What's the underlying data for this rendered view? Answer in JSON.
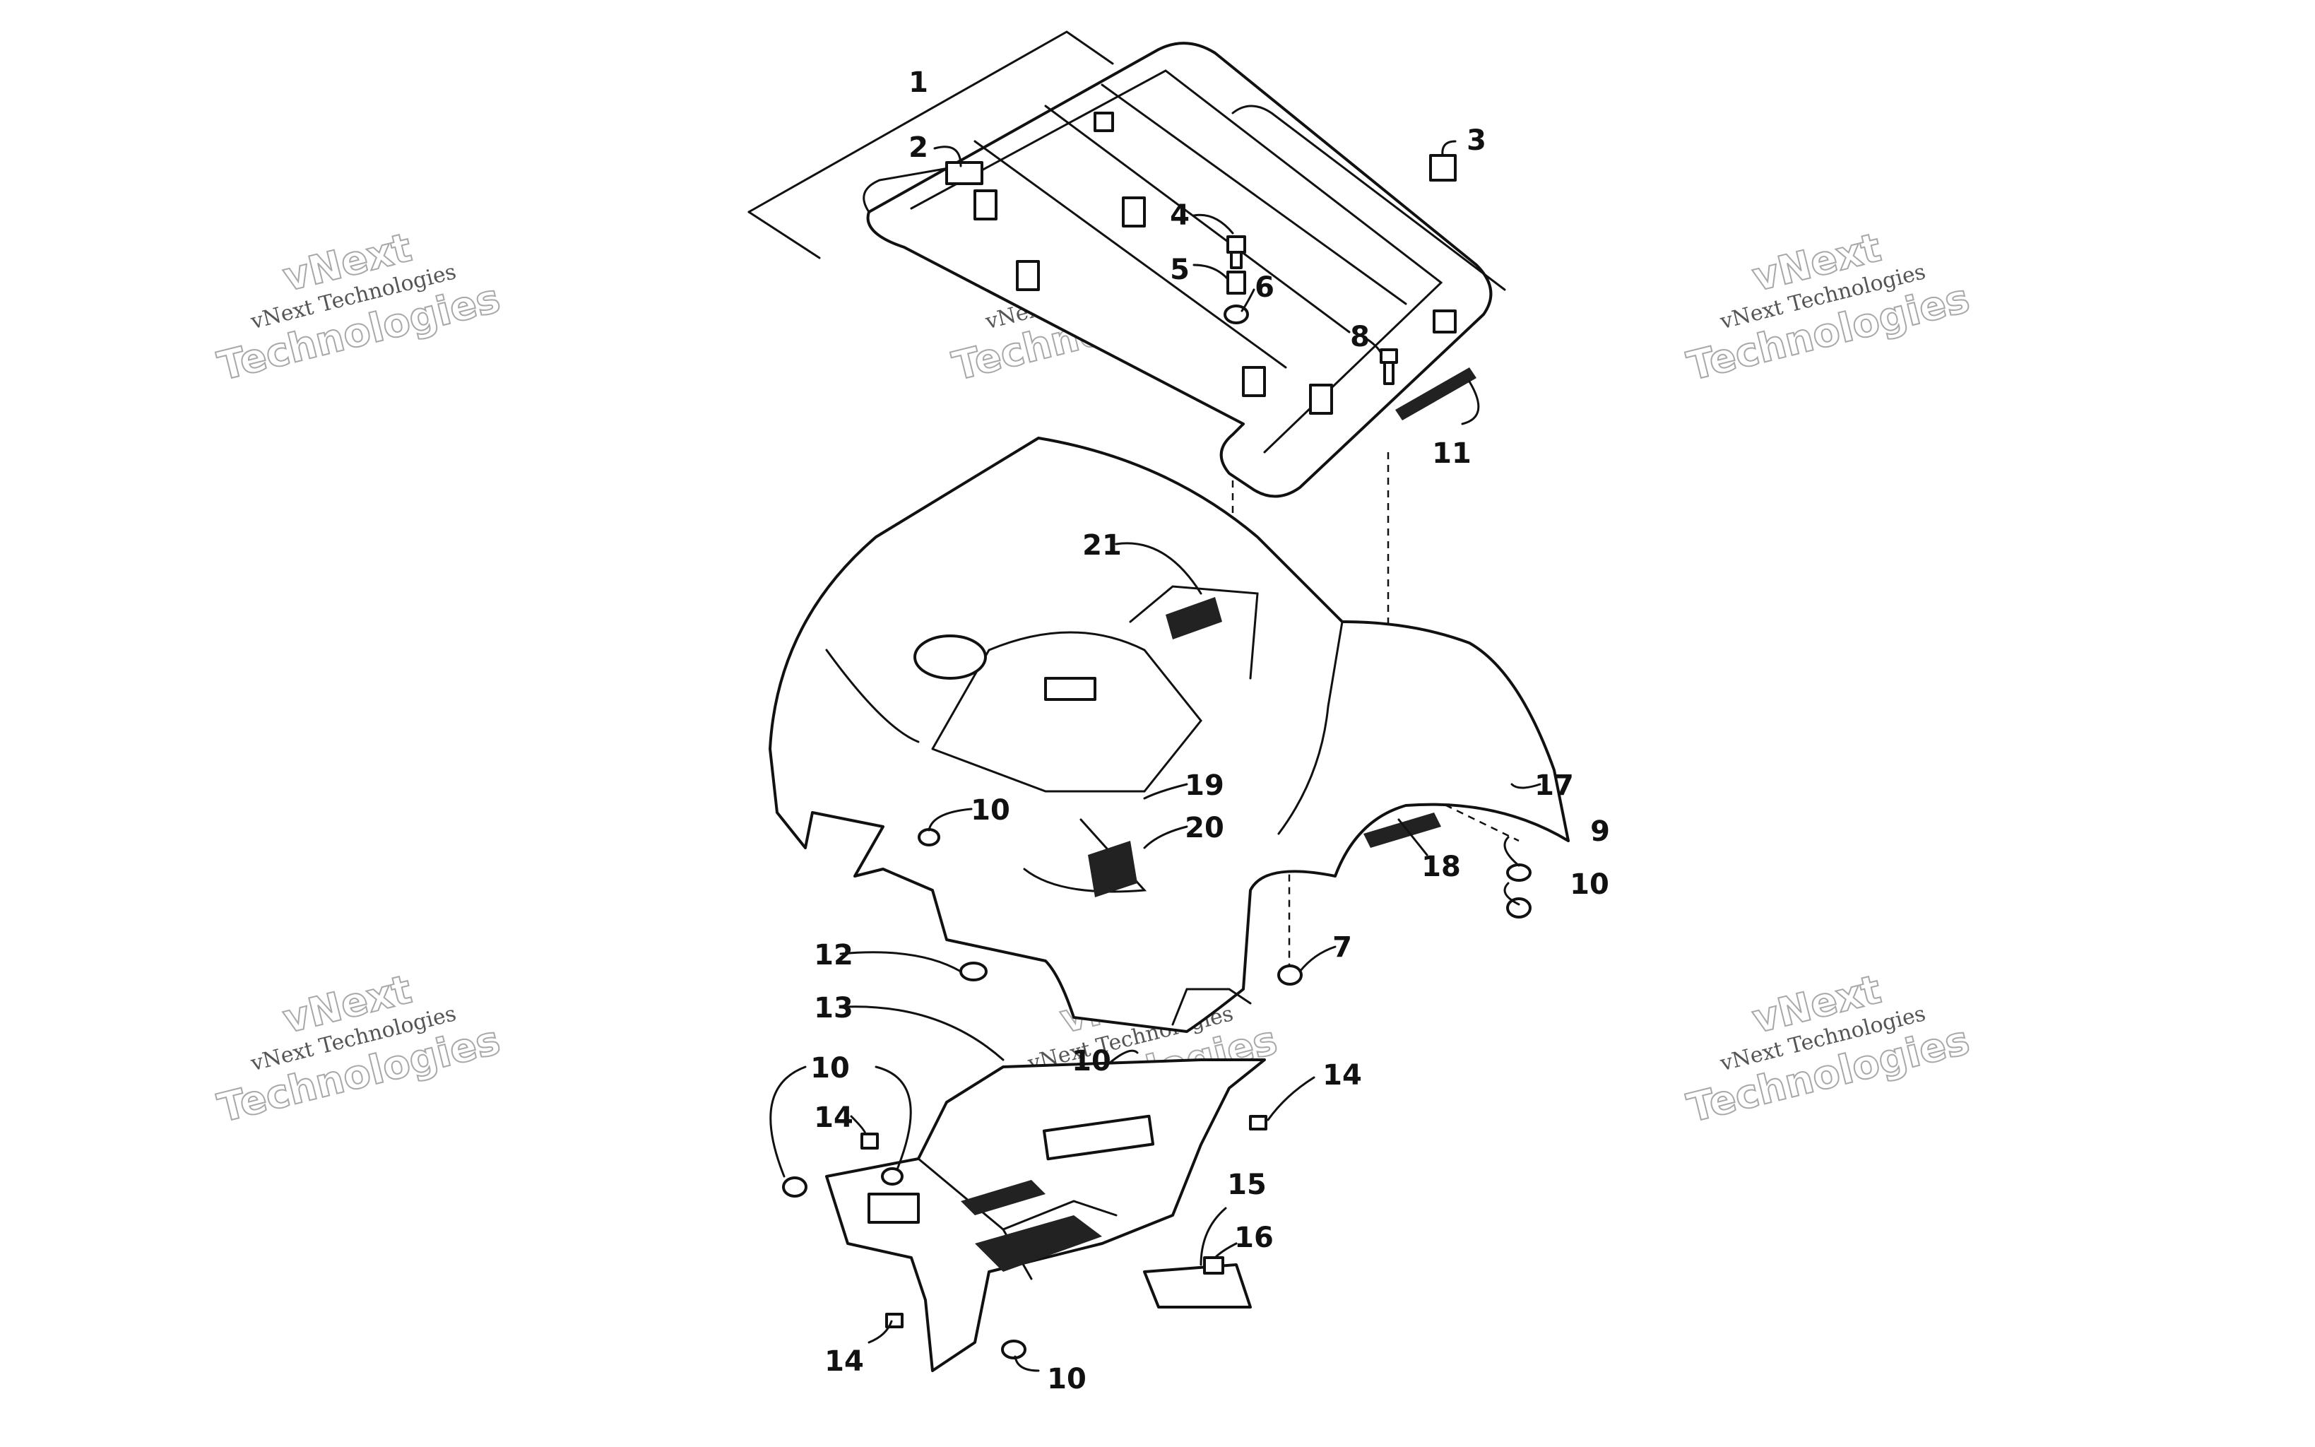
{
  "diagram": {
    "callouts": [
      "1",
      "2",
      "3",
      "4",
      "5",
      "6",
      "7",
      "8",
      "9",
      "10",
      "11",
      "12",
      "13",
      "14",
      "15",
      "16",
      "17",
      "18",
      "19",
      "20",
      "21"
    ],
    "callout_10_repeat": "10",
    "callout_14_repeat": "14"
  },
  "watermark": {
    "line_small": "vNext Technologies",
    "line_big_1": "vNext",
    "line_big_2": "Technologies"
  }
}
